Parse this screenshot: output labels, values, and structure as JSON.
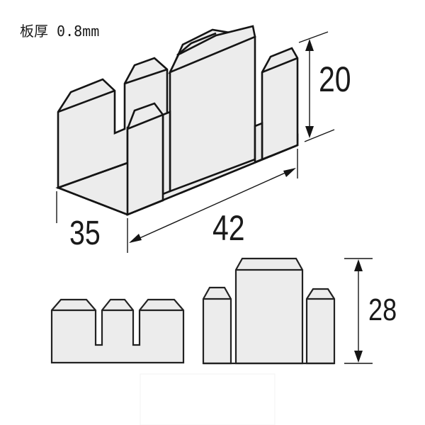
{
  "header": {
    "thickness_label": "板厚 0.8mm"
  },
  "dimensions": {
    "height_3d": "20",
    "depth": "35",
    "length": "42",
    "height_flat": "28"
  },
  "colors": {
    "fill": "#ececec",
    "stroke": "#151515",
    "background": "#ffffff"
  },
  "views": {
    "isometric": "isometric-bracket-view",
    "flat_left": "flat-pattern-side-a",
    "flat_right": "flat-pattern-side-b"
  }
}
